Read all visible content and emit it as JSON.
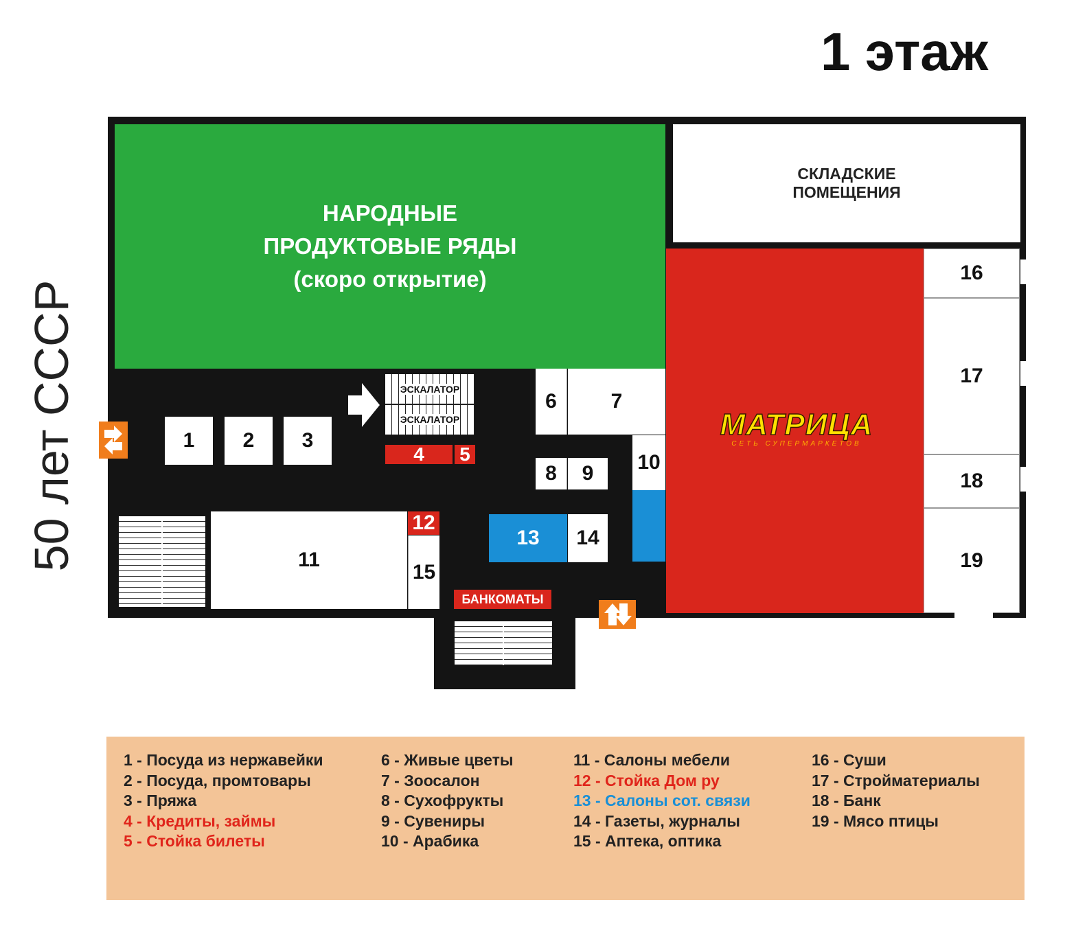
{
  "floor_title": "1 этаж",
  "street_label": "50 лет СССР",
  "zones": {
    "green": {
      "line1": "НАРОДНЫЕ",
      "line2": "ПРОДУКТОВЫЕ РЯДЫ",
      "line3": "(скоро открытие)"
    },
    "storage": {
      "line1": "СКЛАДСКИЕ",
      "line2": "ПОМЕЩЕНИЯ"
    },
    "anchor": {
      "name": "МАТРИЦА",
      "subtitle": "СЕТЬ СУПЕРМАРКЕТОВ"
    }
  },
  "escalators": {
    "top": "ЭСКАЛАТОР",
    "bottom": "ЭСКАЛАТОР"
  },
  "atm_label": "БАНКОМАТЫ",
  "shop_numbers": {
    "s1": "1",
    "s2": "2",
    "s3": "3",
    "s4": "4",
    "s5": "5",
    "s6": "6",
    "s7": "7",
    "s8": "8",
    "s9": "9",
    "s10": "10",
    "s11": "11",
    "s12": "12",
    "s13": "13",
    "s14": "14",
    "s15": "15",
    "s16": "16",
    "s17": "17",
    "s18": "18",
    "s19": "19"
  },
  "colors": {
    "green": "#2aaa3e",
    "red": "#d9261c",
    "blue": "#1a8fd6",
    "orange": "#f07d1c",
    "legend_bg": "#f3c497"
  },
  "legend": {
    "col1": [
      "1 - Посуда из нержавейки",
      "2 - Посуда, промтовары",
      "3 - Пряжа",
      "4 - Кредиты, займы",
      "5 - Стойка билеты"
    ],
    "col2": [
      "6 - Живые цветы",
      "7 - Зоосалон",
      "8 - Сухофрукты",
      "9 - Сувениры",
      "10 - Арабика"
    ],
    "col3": [
      "11 - Салоны мебели",
      "12 - Стойка Дом ру",
      "13 - Салоны сот. связи",
      "14 - Газеты, журналы",
      "15 - Аптека, оптика"
    ],
    "col4": [
      "16 - Суши",
      "17 - Стройматериалы",
      "18 - Банк",
      "19 - Мясо птицы"
    ]
  }
}
